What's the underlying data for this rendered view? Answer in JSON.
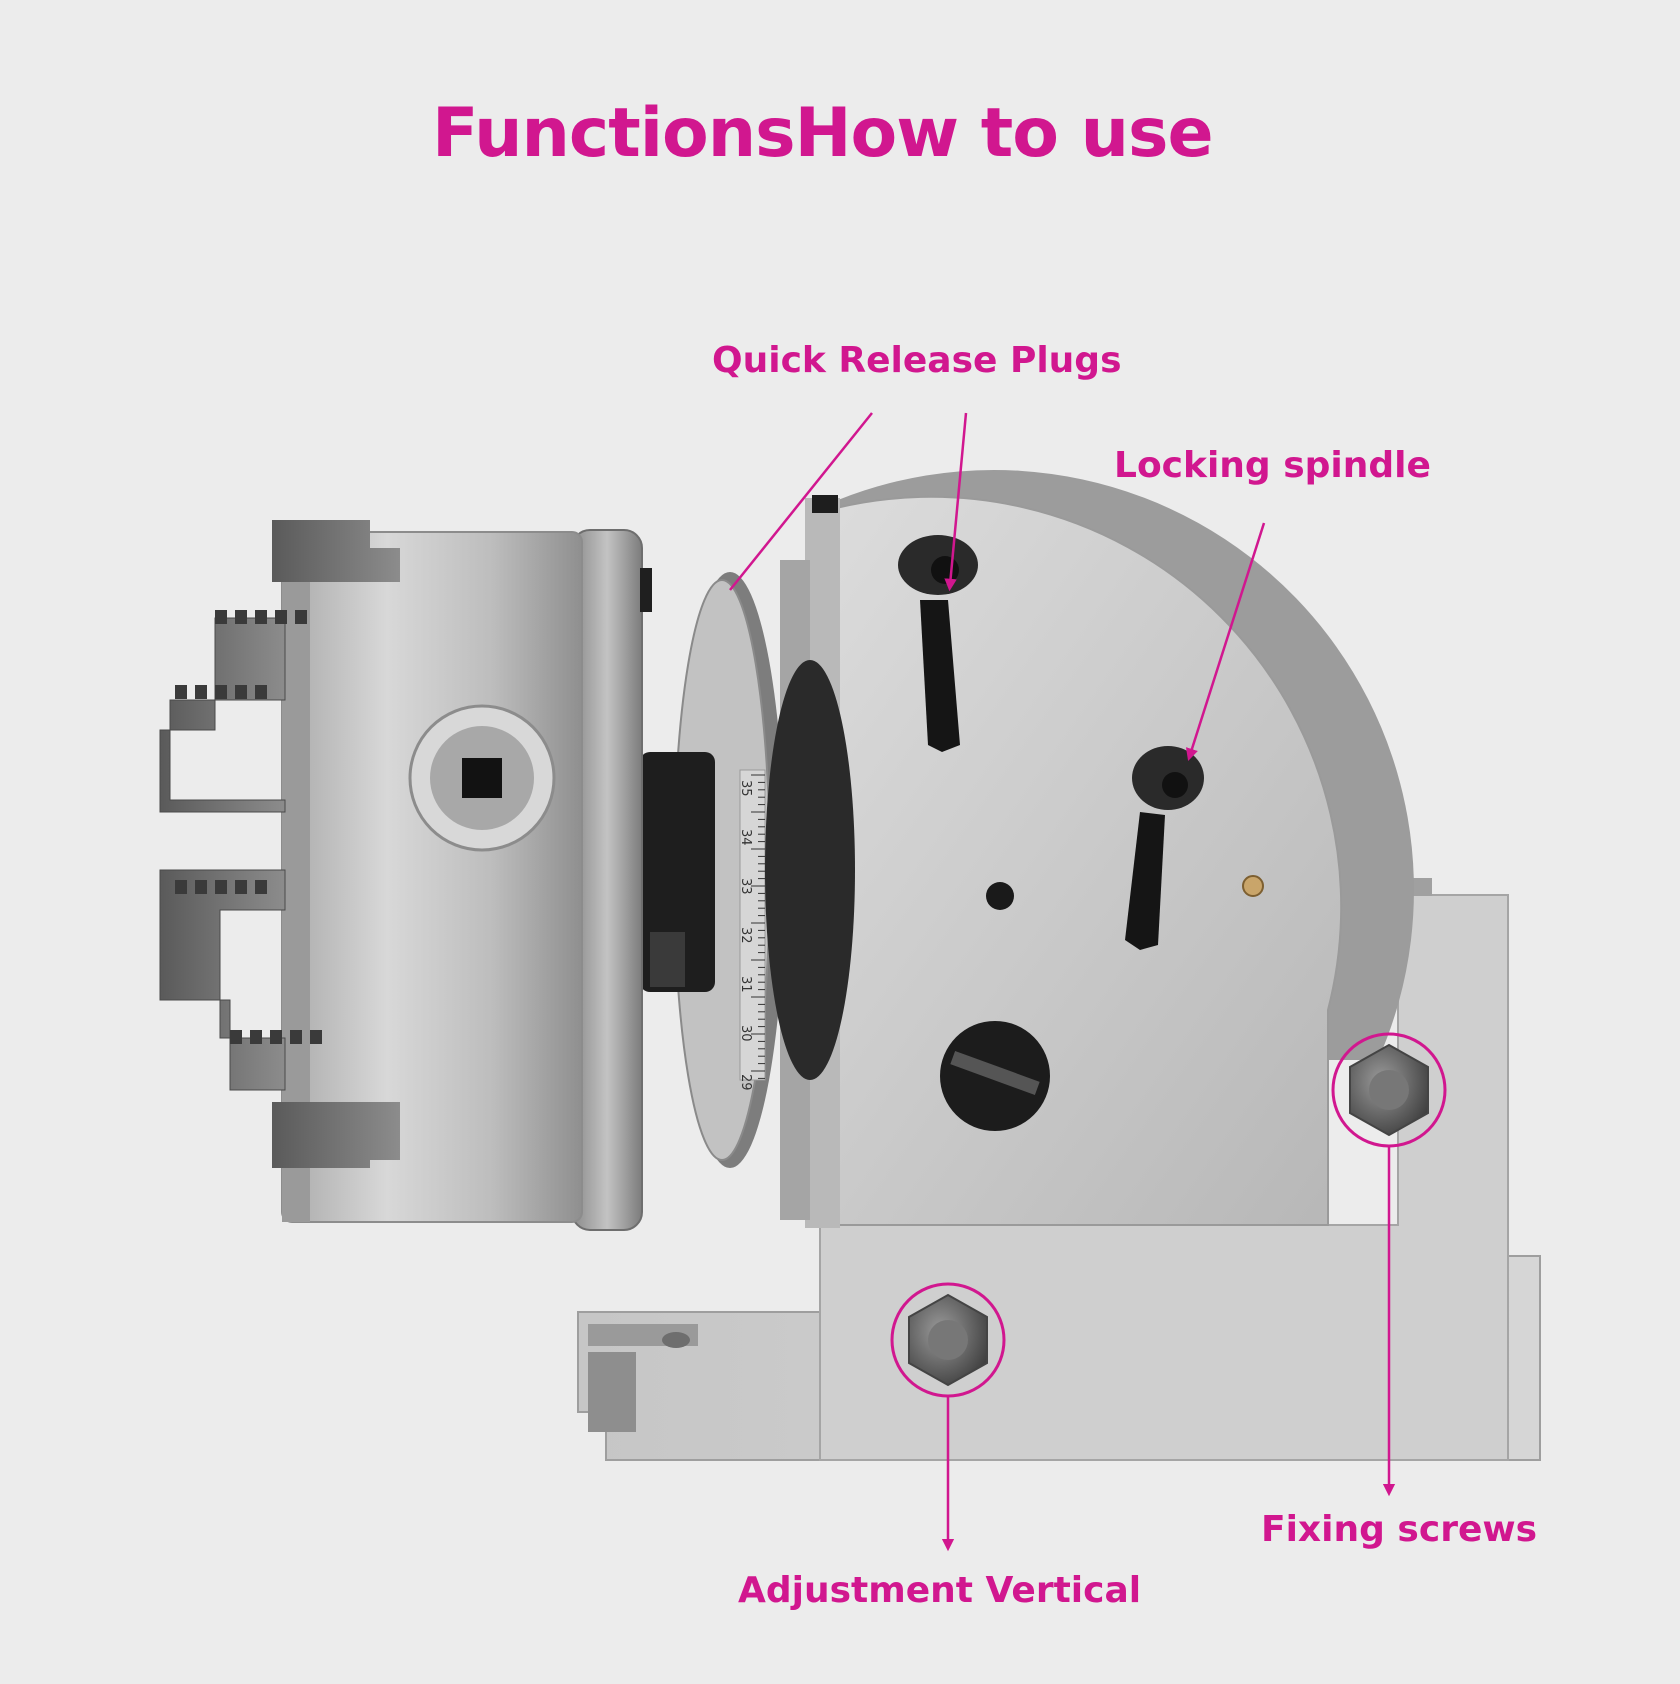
{
  "title": "FunctionsHow to use",
  "colors": {
    "accent": "#d1178f",
    "background": "#ececec",
    "metal_light": "#c9c9c9",
    "metal_dark": "#7a7a7a",
    "black_parts": "#1e1e1e"
  },
  "callouts": {
    "quick_release": "Quick Release Plugs",
    "locking_spindle": "Locking spindle",
    "fixing_screws": "Fixing screws",
    "adjustment_vertical": "Adjustment Vertical"
  },
  "dial_numbers": [
    "35",
    "34",
    "33",
    "32",
    "31",
    "30",
    "29"
  ]
}
